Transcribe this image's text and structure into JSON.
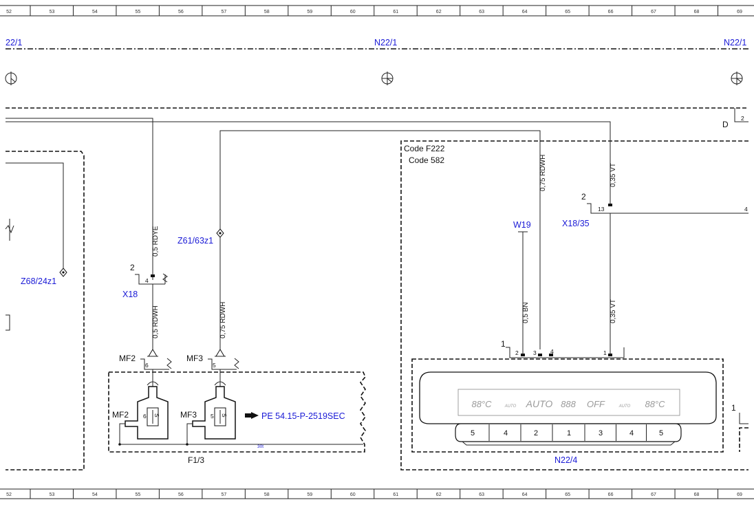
{
  "ruler": {
    "numbers": [
      "52",
      "53",
      "54",
      "55",
      "56",
      "57",
      "58",
      "59",
      "60",
      "61",
      "62",
      "63",
      "64",
      "65",
      "66",
      "67",
      "68",
      "69"
    ]
  },
  "components": {
    "n22_1_left": "22/1",
    "n22_1_center": "N22/1",
    "n22_1_right": "N22/1",
    "z68": "Z68/24z1",
    "z61": "Z61/63z1",
    "x18_left": "X18",
    "x18_right": "X18/35",
    "w19": "W19",
    "mf2_top": "MF2",
    "mf3_top": "MF3",
    "mf2_mid": "MF2",
    "mf3_mid": "MF3",
    "f1_3": "F1/3",
    "n22_4": "N22/4",
    "pe_ref": "PE 54.15-P-2519SEC",
    "code_f222": "Code F222",
    "code_582": "Code 582",
    "d_label": "D",
    "bus_30t": "30t"
  },
  "wires": {
    "rdye": "0,5 RDYE",
    "rdwh_left": "0,5 RDWH",
    "rdwh_mid": "0,75 RDWH",
    "rdwh_top_right": "0,75 RDWH",
    "vt_top": "0,35 VT",
    "bn": "0,5 BN",
    "vt_bottom": "0,35 VT"
  },
  "pins": {
    "x18_conn": "2",
    "x18_pin": "4",
    "mf2_pin": "6",
    "mf3_pin": "5",
    "fuse_left": "6",
    "fuse_right": "5",
    "x18_35_conn": "2",
    "x18_35_pin": "13",
    "x18_35_pin_r": "4",
    "d_pin": "2",
    "n22_4_conn": "1",
    "n22_4_p2": "2",
    "n22_4_p3": "3",
    "n22_4_p4": "4",
    "n22_4_p1": "1",
    "right_conn": "1"
  },
  "panel": {
    "display": [
      "88°C",
      "AUTO",
      "AUTO",
      "888",
      "OFF",
      "AUTO",
      "88°C"
    ],
    "keys": [
      "5",
      "4",
      "2",
      "1",
      "3",
      "4",
      "5"
    ]
  }
}
